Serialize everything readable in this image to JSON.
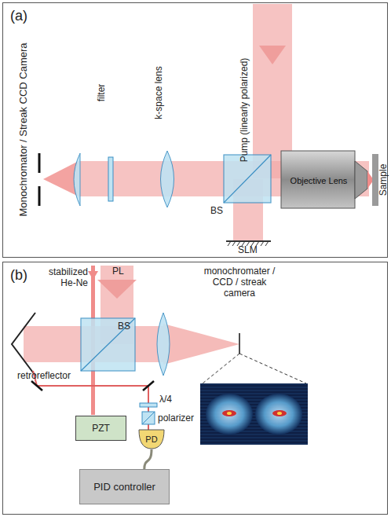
{
  "diagram": {
    "nodes": [
      {
        "text": [
          "(a)"
        ]
      },
      {
        "text": [
          "Objective Lens"
        ],
        "in": 0
      },
      {
        "text": [
          "(b)"
        ]
      },
      {
        "text": [
          "PZT"
        ],
        "in": 2
      },
      {
        "text": [
          "PD"
        ],
        "in": 2
      },
      {
        "text": [
          "PID controller"
        ],
        "in": 2
      }
    ],
    "edges": [
      {
        "from": 4,
        "to": 5,
        "arrow": "none"
      }
    ],
    "labels": [
      "Monochromator / Streak CCD Camera",
      "filter",
      "k-space lens",
      "Pump (linearly polarized)",
      "BS",
      "SLM",
      "Sample",
      "stabilized He-Ne",
      "PL",
      "BS",
      "retroreflector",
      "λ/4",
      "polarizer",
      "monochromater / CCD / streak camera"
    ]
  }
}
